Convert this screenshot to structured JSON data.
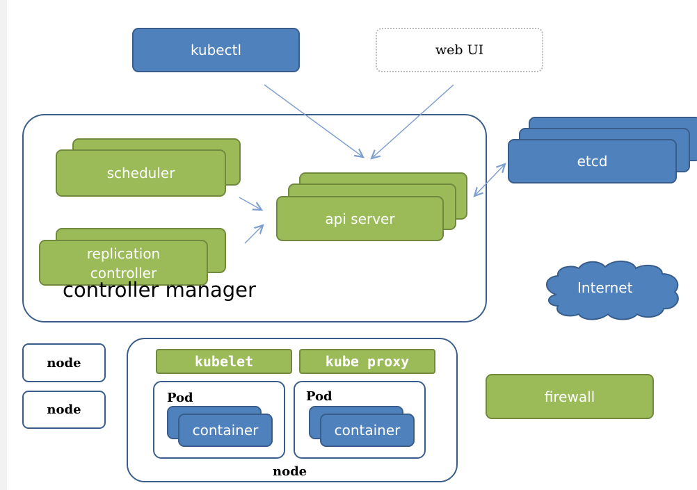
{
  "diagram": {
    "clients": {
      "kubectl": "kubectl",
      "web_ui": "web UI"
    },
    "control_plane": {
      "group_label": "controller manager",
      "scheduler": "scheduler",
      "replication_controller": "replication\ncontroller",
      "api_server": "api server"
    },
    "etcd": "etcd",
    "internet": "Internet",
    "firewall": "firewall",
    "nodes": {
      "small_node_1": "node",
      "small_node_2": "node",
      "node_label": "node",
      "kubelet": "kubelet",
      "kube_proxy": "kube proxy",
      "pods": [
        {
          "label": "Pod",
          "container": "container"
        },
        {
          "label": "Pod",
          "container": "container"
        }
      ]
    }
  },
  "colors": {
    "blue_fill": "#4f81bd",
    "blue_border": "#385d8a",
    "green_fill": "#9bbb59",
    "green_border": "#71893f",
    "arrow": "#7f9fd0"
  }
}
